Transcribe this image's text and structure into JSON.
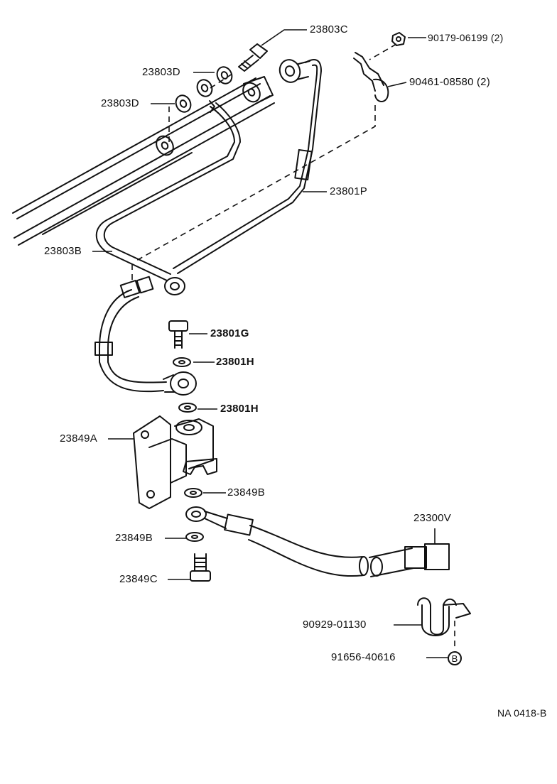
{
  "callouts": {
    "c_23803C": "23803C",
    "c_23803D_upper": "23803D",
    "c_23803D_lower": "23803D",
    "c_90179": "90179-06199 (2)",
    "c_90461": "90461-08580 (2)",
    "c_23801P": "23801P",
    "c_23803B": "23803B",
    "c_23801G": "23801G",
    "c_23801H_upper": "23801H",
    "c_23801H_lower": "23801H",
    "c_23849A": "23849A",
    "c_23849B_right": "23849B",
    "c_23849B_left": "23849B",
    "c_23849C": "23849C",
    "c_23300V": "23300V",
    "c_90929": "90929-01130",
    "c_91656": "91656-40616"
  },
  "circled_marker": "B",
  "diagram_id": "NA 0418-B",
  "colors": {
    "line": "#111111",
    "background": "#ffffff"
  }
}
